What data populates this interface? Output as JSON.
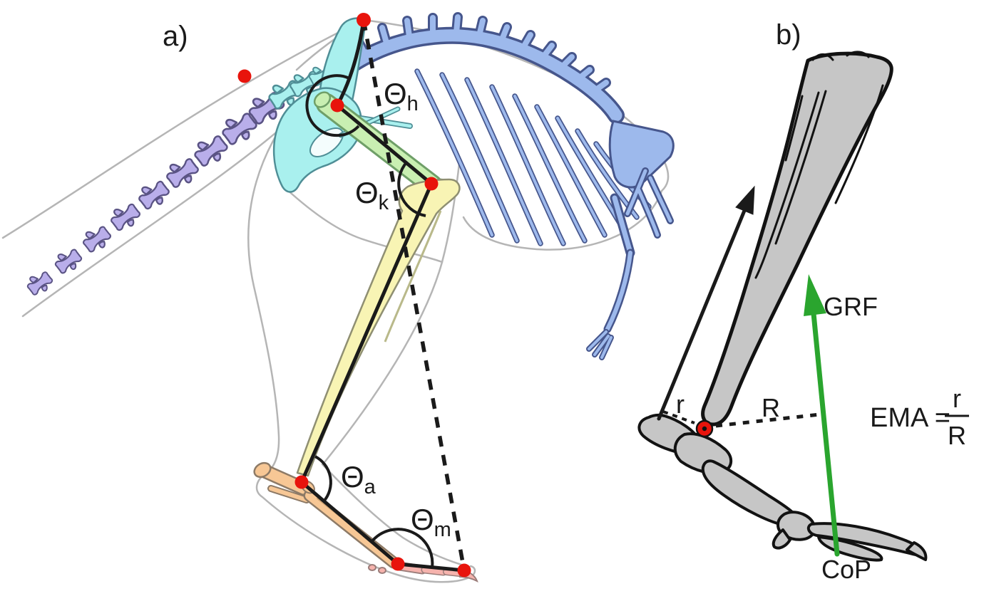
{
  "figure": {
    "panel_a": {
      "label": "a)",
      "angles": {
        "hip": {
          "symbol": "Θ",
          "sub": "h"
        },
        "knee": {
          "symbol": "Θ",
          "sub": "k"
        },
        "ankle": {
          "symbol": "Θ",
          "sub": "a"
        },
        "mtp": {
          "symbol": "Θ",
          "sub": "m"
        }
      }
    },
    "panel_b": {
      "label": "b)",
      "grf_label": "GRF",
      "cop_label": "CoP",
      "moment_arm_muscle": "r",
      "moment_arm_grf": "R",
      "ema": {
        "lhs": "EMA =",
        "numerator": "r",
        "denominator": "R"
      }
    },
    "colors": {
      "marker_red": "#e8140c",
      "grf_green": "#2aa52e",
      "tail_purple": "#b9aeea",
      "pelvis_cyan": "#a9f0ee",
      "spine_blue": "#9db9ec",
      "femur_green": "#c9efb2",
      "tibia_yellow": "#f8f4b4",
      "metatarsus_orange": "#f7c795",
      "toe_pink": "#f6b3ad",
      "bone_gray": "#c6c6c6",
      "outline_gray": "#b5b5b5",
      "line_black": "#1a1a1a"
    }
  }
}
